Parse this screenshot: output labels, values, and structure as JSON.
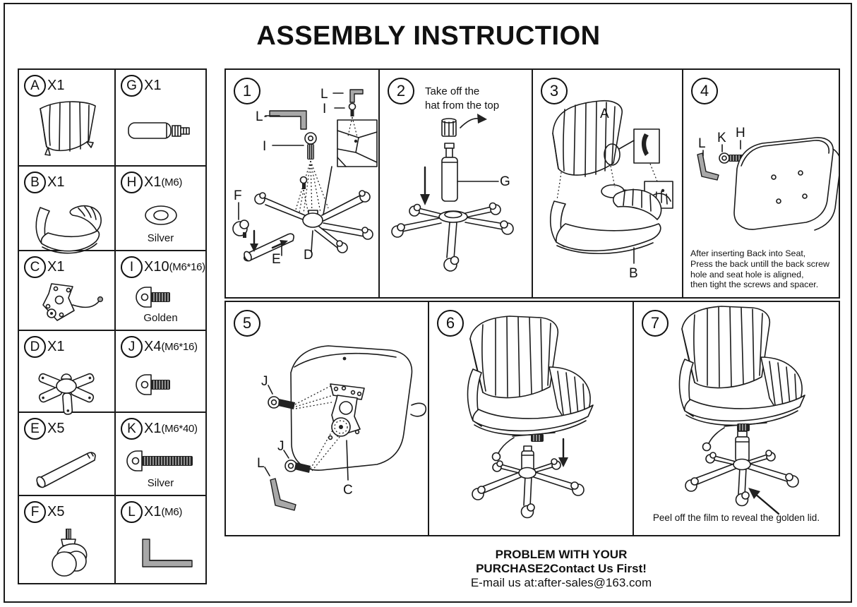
{
  "title": "ASSEMBLY INSTRUCTION",
  "parts": [
    {
      "letter": "A",
      "qty": "X1",
      "spec": "",
      "note": "",
      "icon": "chair-back-icon"
    },
    {
      "letter": "G",
      "qty": "X1",
      "spec": "",
      "note": "",
      "icon": "gas-lift-icon"
    },
    {
      "letter": "B",
      "qty": "X1",
      "spec": "",
      "note": "",
      "icon": "seat-icon"
    },
    {
      "letter": "H",
      "qty": "X1",
      "spec": "(M6)",
      "note": "Silver",
      "icon": "washer-icon"
    },
    {
      "letter": "C",
      "qty": "X1",
      "spec": "",
      "note": "",
      "icon": "tilt-mechanism-icon"
    },
    {
      "letter": "I",
      "qty": "X10",
      "spec": "(M6*16)",
      "note": "Golden",
      "icon": "short-screw-icon"
    },
    {
      "letter": "D",
      "qty": "X1",
      "spec": "",
      "note": "",
      "icon": "base-hub-icon"
    },
    {
      "letter": "J",
      "qty": "X4",
      "spec": "(M6*16)",
      "note": "",
      "icon": "short-screw-icon"
    },
    {
      "letter": "E",
      "qty": "X5",
      "spec": "",
      "note": "",
      "icon": "leg-tube-icon"
    },
    {
      "letter": "K",
      "qty": "X1",
      "spec": "(M6*40)",
      "note": "Silver",
      "icon": "long-screw-icon"
    },
    {
      "letter": "F",
      "qty": "X5",
      "spec": "",
      "note": "",
      "icon": "caster-icon"
    },
    {
      "letter": "L",
      "qty": "X1",
      "spec": "(M6)",
      "note": "",
      "icon": "allen-key-icon"
    }
  ],
  "steps": {
    "s1": {
      "num": "1",
      "label_l": "L",
      "label_i": "I",
      "inset_l": "L",
      "inset_i": "I",
      "label_f": "F",
      "label_e": "E",
      "label_d": "D"
    },
    "s2": {
      "num": "2",
      "cap1": "Take off the",
      "cap2": "hat from the top",
      "label_g": "G"
    },
    "s3": {
      "num": "3",
      "label_a": "A",
      "label_b": "B"
    },
    "s4": {
      "num": "4",
      "label_l": "L",
      "label_k": "K",
      "label_h": "H",
      "note1": "After inserting Back into Seat,",
      "note2": "Press the back untill the back screw",
      "note3": "hole and seat hole is aligned,",
      "note4": "then tight the screws and spacer."
    },
    "s5": {
      "num": "5",
      "label_j1": "J",
      "label_j2": "J",
      "label_l": "L",
      "label_c": "C"
    },
    "s6": {
      "num": "6"
    },
    "s7": {
      "num": "7",
      "note": "Peel off the film to reveal the golden lid."
    }
  },
  "footer": {
    "line1": "PROBLEM WITH YOUR",
    "line2": "PURCHASE2Contact Us First!",
    "line3": "E-mail us at:after-sales@163.com"
  }
}
